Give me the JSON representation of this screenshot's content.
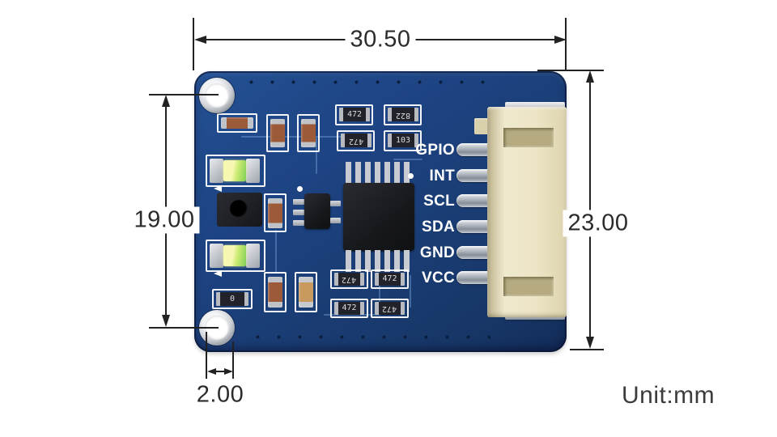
{
  "meta": {
    "unit_label": "Unit:mm"
  },
  "dimensions": {
    "board_width_mm": "30.50",
    "hole_span_mm": "19.00",
    "board_height_mm": "23.00",
    "hole_offset_mm": "2.00"
  },
  "board": {
    "pin_labels": [
      "GPIO",
      "INT",
      "SCL",
      "SDA",
      "GND",
      "VCC"
    ],
    "resistor_codes_top": [
      "472",
      "472",
      "822",
      "103"
    ],
    "resistor_codes_bottom": [
      "472",
      "472",
      "472",
      "472"
    ],
    "zero_ohm_code": "0",
    "colors": {
      "pcb_blue": "#1d4382",
      "silkscreen_white": "#ffffff",
      "connector_cream": "#ece4c4",
      "led_yellow_green": "#cdeb74",
      "dimension_ink": "#222222"
    }
  }
}
